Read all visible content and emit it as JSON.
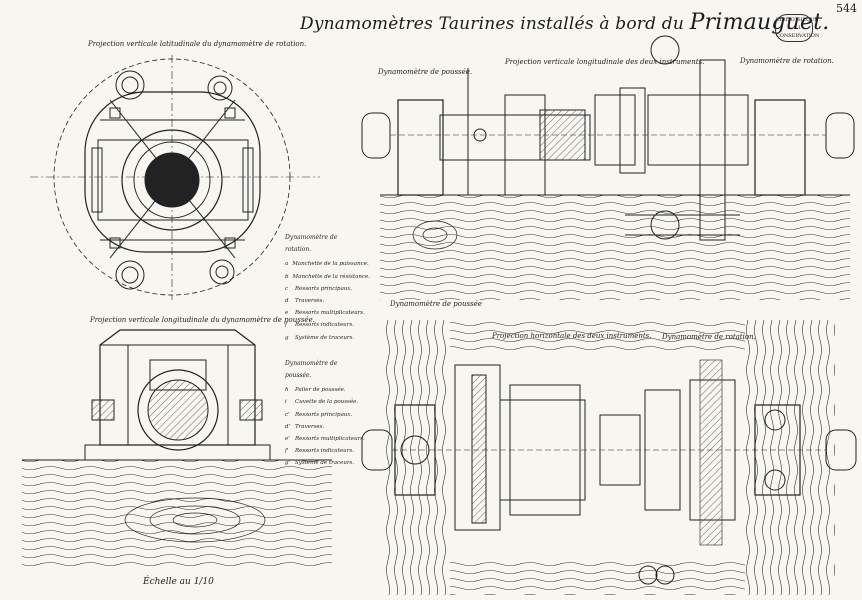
{
  "title": {
    "main": "Dynamomètres Taurines installés à bord du",
    "ship": "Primauguet."
  },
  "page_number": "544",
  "stamp": {
    "line1": "BIBLIOTHÈQUE",
    "line2": "1  ...  1",
    "line3": "CONSERVATION"
  },
  "captions": {
    "rotation_cross_section": "Projection verticale latitudinale du dynamomètre de rotation.",
    "thrust_longitudinal_section": "Projection verticale longitudinale du dynamomètre de poussée.",
    "thrust_label_top": "Dynamomètre de poussée.",
    "vertical_projection_both": "Projection verticale longitudinale des deux instruments.",
    "rotation_label_top": "Dynamomètre de rotation.",
    "thrust_label_bottom": "Dynamomètre de poussée",
    "horizontal_projection_both": "Projection horizontale des deux instruments.",
    "rotation_label_bottom": "Dynamomètre de rotation."
  },
  "legend": {
    "rotation_heading": "Dynamomètre de rotation.",
    "rotation_items": [
      {
        "key": "a",
        "text": "Manchette de la puissance."
      },
      {
        "key": "b",
        "text": "Manchette de la résistance."
      },
      {
        "key": "c",
        "text": "Ressorts principaux."
      },
      {
        "key": "d",
        "text": "Traverses."
      },
      {
        "key": "e",
        "text": "Ressorts multiplicateurs."
      },
      {
        "key": "f",
        "text": "Ressorts indicateurs."
      },
      {
        "key": "g",
        "text": "Système de traceurs."
      }
    ],
    "thrust_heading": "Dynamomètre de poussée.",
    "thrust_items": [
      {
        "key": "h",
        "text": "Palier de poussée."
      },
      {
        "key": "i",
        "text": "Cuvette de la poussée."
      },
      {
        "key": "c'",
        "text": "Ressorts principaux."
      },
      {
        "key": "d'",
        "text": "Traverses."
      },
      {
        "key": "e'",
        "text": "Ressorts multiplicateurs."
      },
      {
        "key": "f'",
        "text": "Ressorts indicateurs."
      },
      {
        "key": "g'",
        "text": "Système de traceurs."
      }
    ]
  },
  "scale": "Échelle au 1/10"
}
